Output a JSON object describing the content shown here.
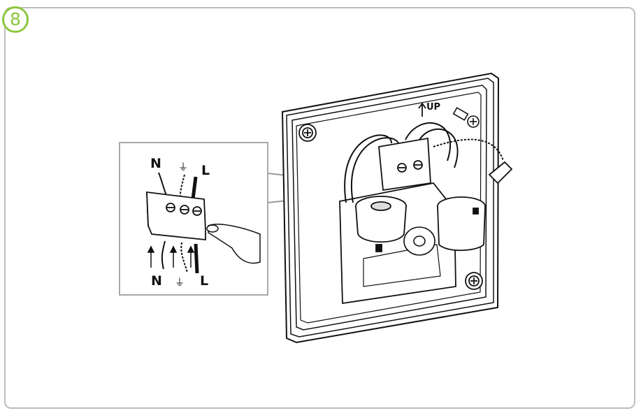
{
  "step": {
    "number": "8",
    "accent_color": "#8dc63f"
  },
  "labels": {
    "top_neutral": "N",
    "top_ground": "⏚",
    "top_live": "L",
    "bottom_neutral": "N",
    "bottom_ground": "⏚",
    "bottom_live": "L",
    "up": "UP"
  },
  "icons": [
    "step-badge",
    "screw-icon",
    "up-arrow-icon",
    "ground-symbol-icon",
    "hand-icon"
  ]
}
